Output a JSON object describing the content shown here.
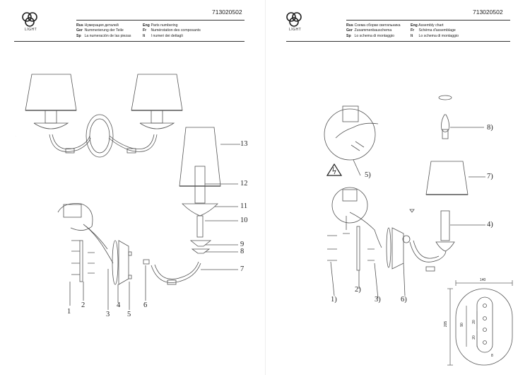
{
  "doc_number": "713020502",
  "logo_text": "LIGHT",
  "left_header": {
    "rus": "Нумерация деталей",
    "ger": "Nummerierung der Teile",
    "sp": "La numeración de las piezas",
    "eng": "Parts numbering",
    "fr": "Numérotation des composants",
    "it": "I numeri dei dettagli"
  },
  "right_header": {
    "rus": "Схема сборки светильника",
    "ger": "Zusammenbauschema",
    "sp": "Lo schema di montaggio",
    "eng": "Assembly chart",
    "fr": "Schéma d'assemblage",
    "it": "Lo schema di montaggio"
  },
  "lang_codes": {
    "rus": "Rus",
    "ger": "Ger",
    "sp": "Sp",
    "eng": "Eng",
    "fr": "Fr",
    "it": "It"
  },
  "left_part_numbers": [
    "13",
    "12",
    "11",
    "10",
    "9",
    "8",
    "7",
    "1",
    "2",
    "3",
    "4",
    "5",
    "6"
  ],
  "right_part_numbers": [
    "8)",
    "7)",
    "4)",
    "5)",
    "1)",
    "2)",
    "3)",
    "6)"
  ],
  "dimensions": {
    "width": "140",
    "height": "205",
    "d1": "90",
    "d2": "20",
    "d3": "20",
    "d4": "8"
  }
}
